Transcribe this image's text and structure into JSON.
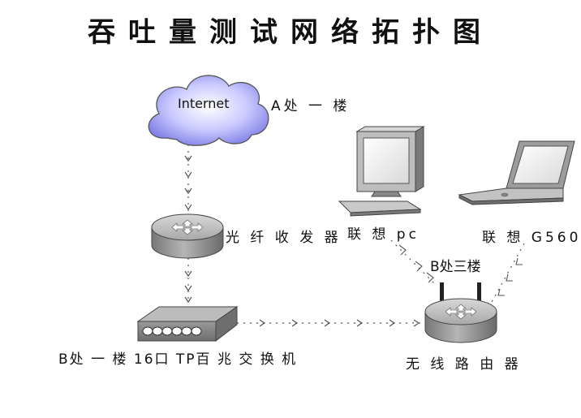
{
  "title": "吞吐量测试网络拓扑图",
  "nodes": {
    "internet": {
      "label": "Internet",
      "location": "A处 一 楼"
    },
    "media_converter": {
      "label": "光 纤 收 发 器"
    },
    "switch": {
      "label": "B处 一 楼 16口 TP百 兆 交 换 机"
    },
    "pc": {
      "label": "联 想 pc"
    },
    "laptop": {
      "label": "联 想 G560"
    },
    "router": {
      "label": "无 线 路 由 器",
      "location": "B处三楼"
    }
  },
  "colors": {
    "cloud": "#8f8ff0",
    "device_gray": "#9a9a9a",
    "link": "#555555"
  }
}
